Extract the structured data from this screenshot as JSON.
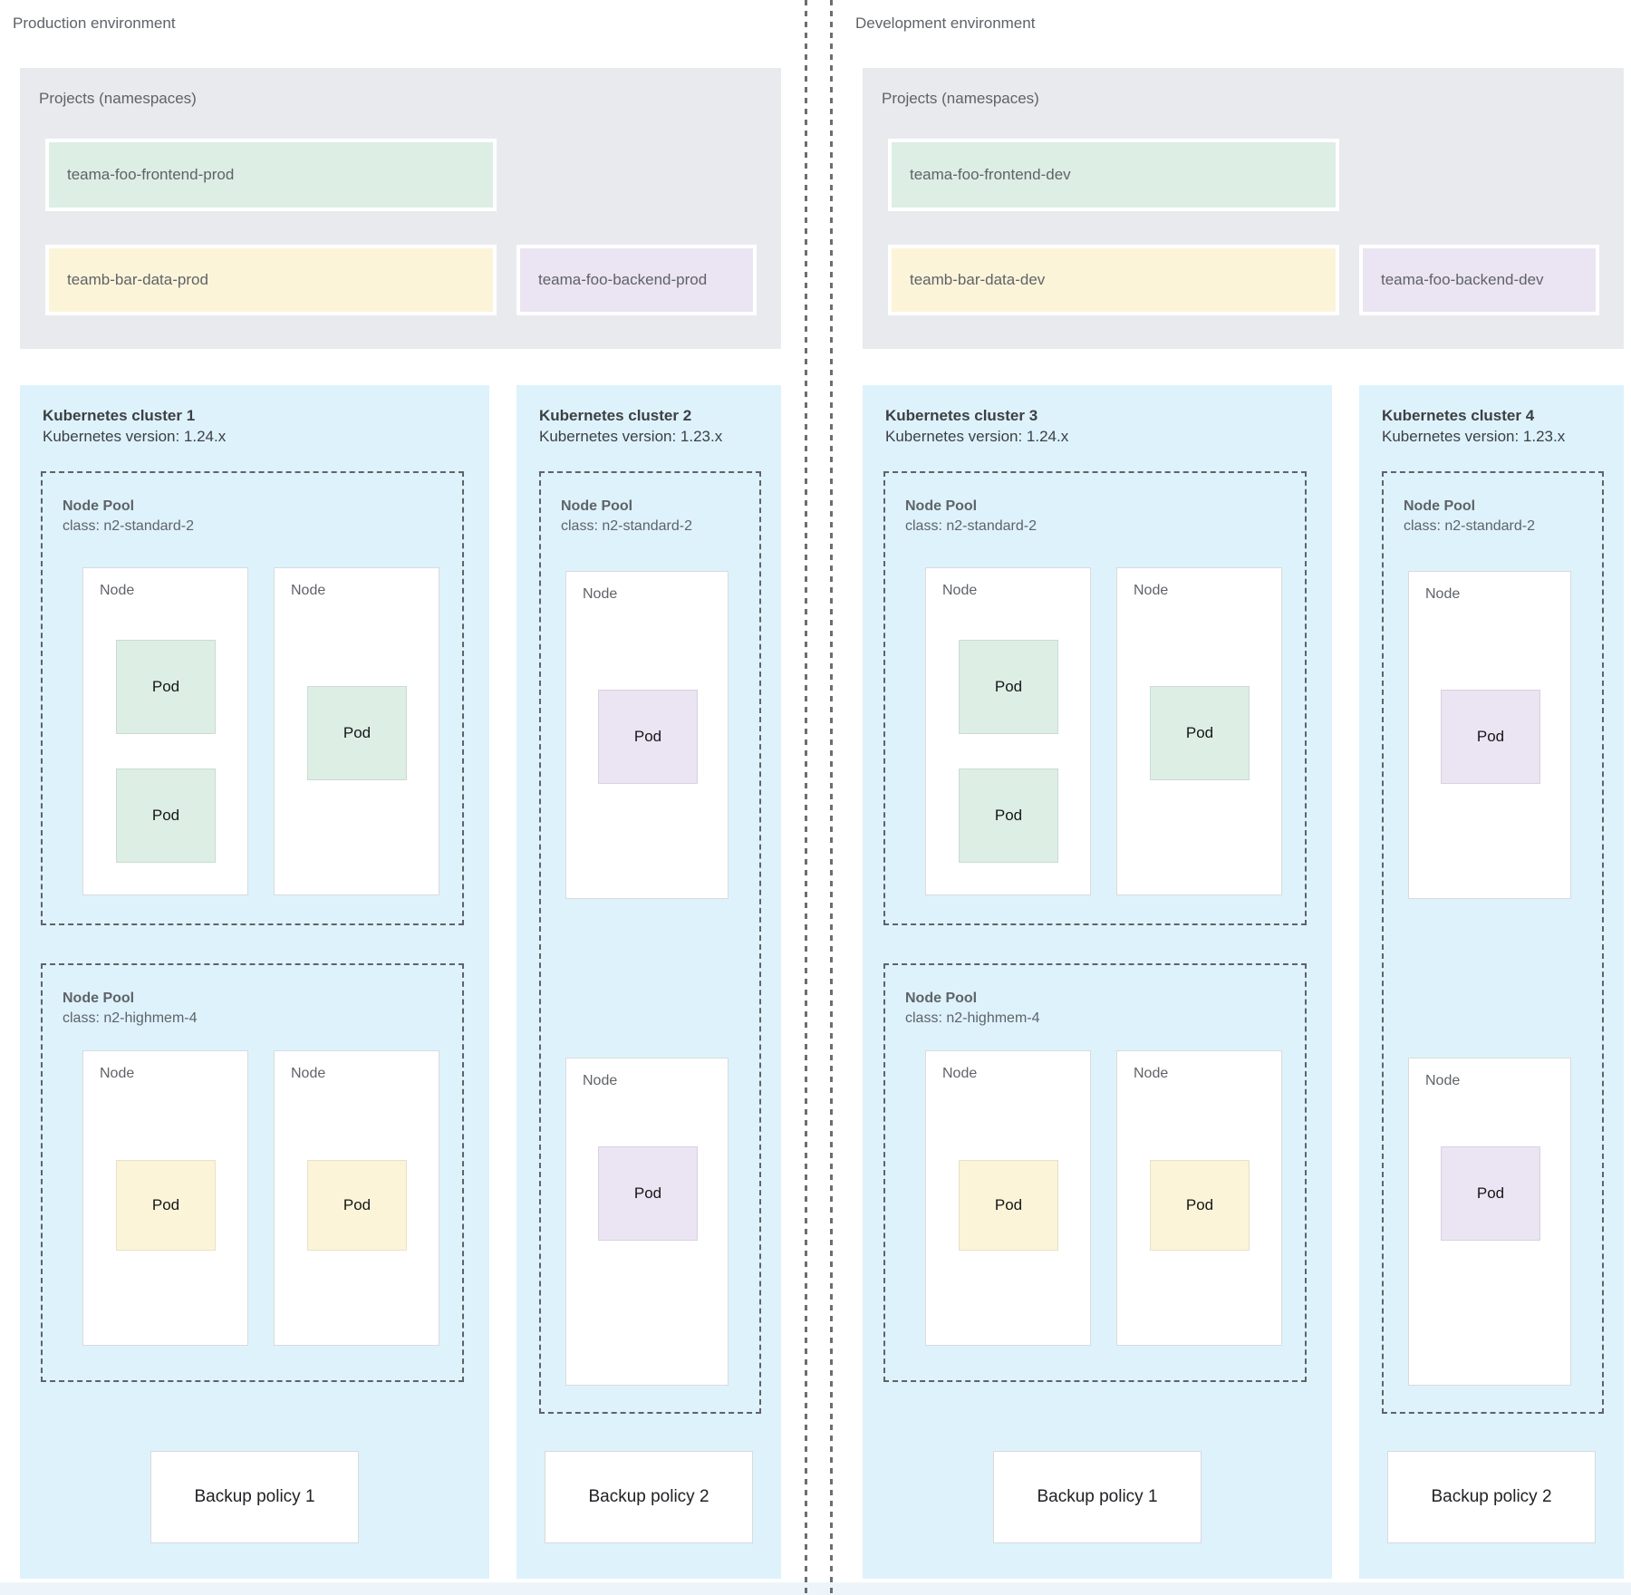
{
  "colors": {
    "projects_gray": "#e8eaed",
    "cluster_blue": "#def2fc",
    "namespace_green": "#ddeee4",
    "namespace_yellow": "#fcf4d8",
    "namespace_purple": "#ebe4f2",
    "text_gray": "#5f6368",
    "text_dark": "#3c4043",
    "dashed_border": "#5f6368"
  },
  "environments": [
    {
      "title": "Production environment",
      "projects": {
        "label": "Projects (namespaces)",
        "namespaces": [
          {
            "name": "teama-foo-frontend-prod",
            "color": "green"
          },
          {
            "name": "teamb-bar-data-prod",
            "color": "yellow"
          },
          {
            "name": "teama-foo-backend-prod",
            "color": "purple"
          }
        ]
      },
      "clusters": [
        {
          "title": "Kubernetes cluster 1",
          "version": "Kubernetes version: 1.24.x",
          "size": "wide",
          "backup_policy": "Backup policy 1",
          "node_pools": [
            {
              "label": "Node Pool",
              "class": "class: n2-standard-2",
              "nodes": [
                {
                  "label": "Node",
                  "pods": [
                    {
                      "label": "Pod",
                      "color": "green"
                    },
                    {
                      "label": "Pod",
                      "color": "green"
                    }
                  ]
                },
                {
                  "label": "Node",
                  "pods": [
                    {
                      "label": "Pod",
                      "color": "green"
                    }
                  ]
                }
              ]
            },
            {
              "label": "Node Pool",
              "class": "class: n2-highmem-4",
              "nodes": [
                {
                  "label": "Node",
                  "pods": [
                    {
                      "label": "Pod",
                      "color": "yellow"
                    }
                  ]
                },
                {
                  "label": "Node",
                  "pods": [
                    {
                      "label": "Pod",
                      "color": "yellow"
                    }
                  ]
                }
              ]
            }
          ]
        },
        {
          "title": "Kubernetes cluster 2",
          "version": "Kubernetes version: 1.23.x",
          "size": "narrow",
          "backup_policy": "Backup policy 2",
          "node_pools": [
            {
              "label": "Node Pool",
              "class": "class: n2-standard-2",
              "nodes": [
                {
                  "label": "Node",
                  "pods": [
                    {
                      "label": "Pod",
                      "color": "purple"
                    }
                  ]
                },
                {
                  "label": "Node",
                  "pods": [
                    {
                      "label": "Pod",
                      "color": "purple"
                    }
                  ]
                }
              ]
            }
          ]
        }
      ]
    },
    {
      "title": "Development environment",
      "projects": {
        "label": "Projects (namespaces)",
        "namespaces": [
          {
            "name": "teama-foo-frontend-dev",
            "color": "green"
          },
          {
            "name": "teamb-bar-data-dev",
            "color": "yellow"
          },
          {
            "name": "teama-foo-backend-dev",
            "color": "purple"
          }
        ]
      },
      "clusters": [
        {
          "title": "Kubernetes cluster 3",
          "version": "Kubernetes version: 1.24.x",
          "size": "wide",
          "backup_policy": "Backup policy 1",
          "node_pools": [
            {
              "label": "Node Pool",
              "class": "class: n2-standard-2",
              "nodes": [
                {
                  "label": "Node",
                  "pods": [
                    {
                      "label": "Pod",
                      "color": "green"
                    },
                    {
                      "label": "Pod",
                      "color": "green"
                    }
                  ]
                },
                {
                  "label": "Node",
                  "pods": [
                    {
                      "label": "Pod",
                      "color": "green"
                    }
                  ]
                }
              ]
            },
            {
              "label": "Node Pool",
              "class": "class: n2-highmem-4",
              "nodes": [
                {
                  "label": "Node",
                  "pods": [
                    {
                      "label": "Pod",
                      "color": "yellow"
                    }
                  ]
                },
                {
                  "label": "Node",
                  "pods": [
                    {
                      "label": "Pod",
                      "color": "yellow"
                    }
                  ]
                }
              ]
            }
          ]
        },
        {
          "title": "Kubernetes cluster 4",
          "version": "Kubernetes version: 1.23.x",
          "size": "narrow",
          "backup_policy": "Backup policy 2",
          "node_pools": [
            {
              "label": "Node Pool",
              "class": "class: n2-standard-2",
              "nodes": [
                {
                  "label": "Node",
                  "pods": [
                    {
                      "label": "Pod",
                      "color": "purple"
                    }
                  ]
                },
                {
                  "label": "Node",
                  "pods": [
                    {
                      "label": "Pod",
                      "color": "purple"
                    }
                  ]
                }
              ]
            }
          ]
        }
      ]
    }
  ]
}
